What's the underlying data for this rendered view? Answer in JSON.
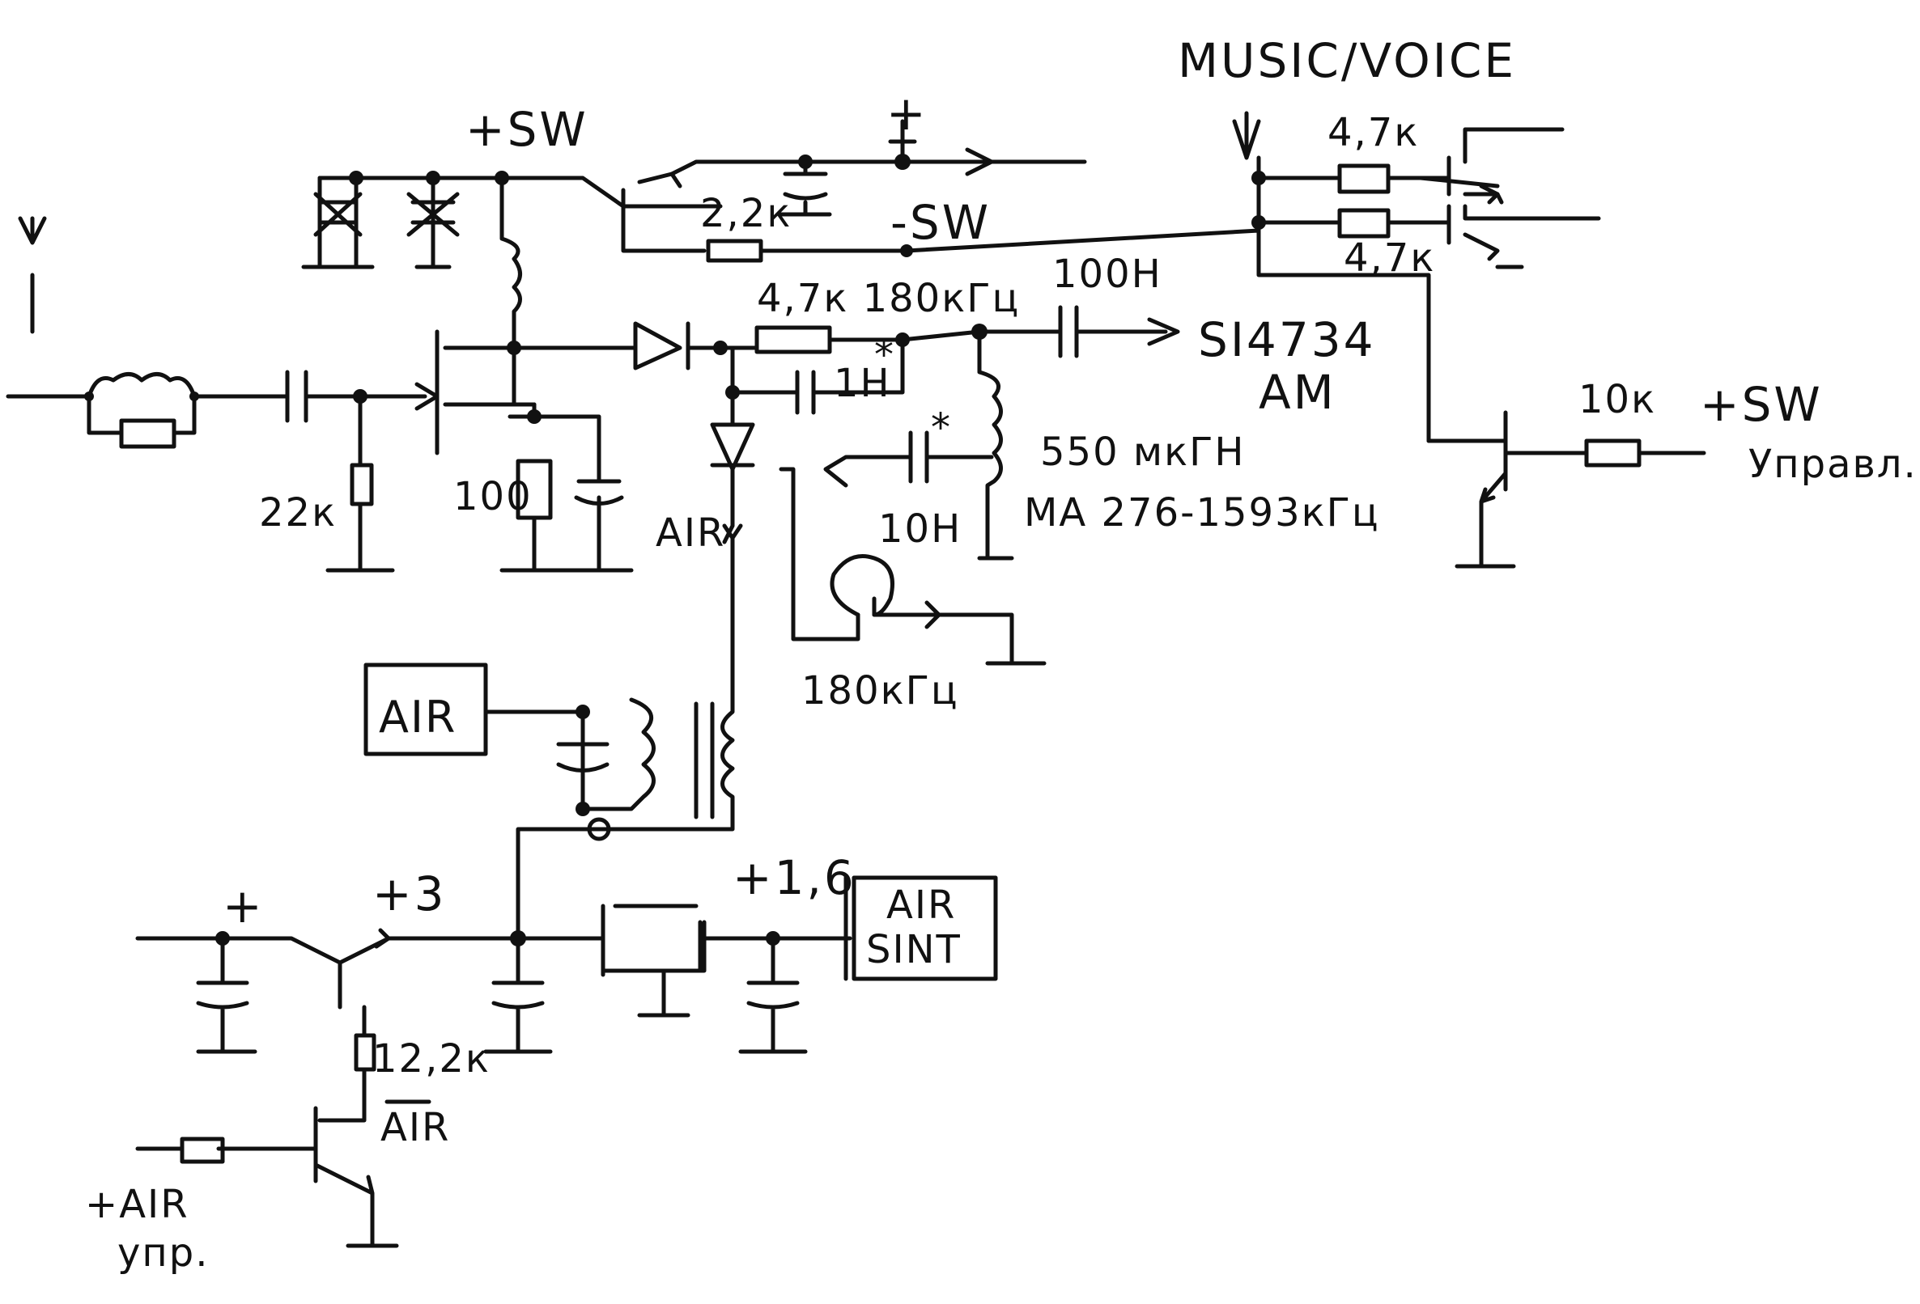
{
  "diagram": {
    "labels": {
      "music_voice": "MUSIC/VOICE",
      "plus_sw_top": "+SW",
      "plus_top": "+",
      "r_2_2k": "2,2к",
      "minus_sw": "-SW",
      "r_4_7k_a": "4,7к",
      "r_4_7k_b": "4,7к",
      "r_4_7k_180": "4,7к 180кГц",
      "c_100n": "100Н",
      "chip": "SI4734",
      "am": "AM",
      "star_a": "*",
      "star_b": "*",
      "c_1n": "1Н",
      "c_10n": "10Н",
      "l_550": "550 мкГН",
      "ma_range": "MA 276-1593кГц",
      "r_10k": "10к",
      "plus_sw_right": "+SW",
      "upravl": "Управл.",
      "r_22k": "22к",
      "c_100": "100",
      "air_diode": "AIR",
      "f_180": "180кГц",
      "box_air": "AIR",
      "box_air_sint_line1": "AIR",
      "box_air_sint_line2": "SINT",
      "plus_3": "+3",
      "plus_1_6": "+1,6",
      "plus_bottom": "+",
      "r_12_2k": "12,2к",
      "air_bar": "AIR",
      "air_ctrl_line1": "+AIR",
      "air_ctrl_line2": "упр."
    }
  }
}
